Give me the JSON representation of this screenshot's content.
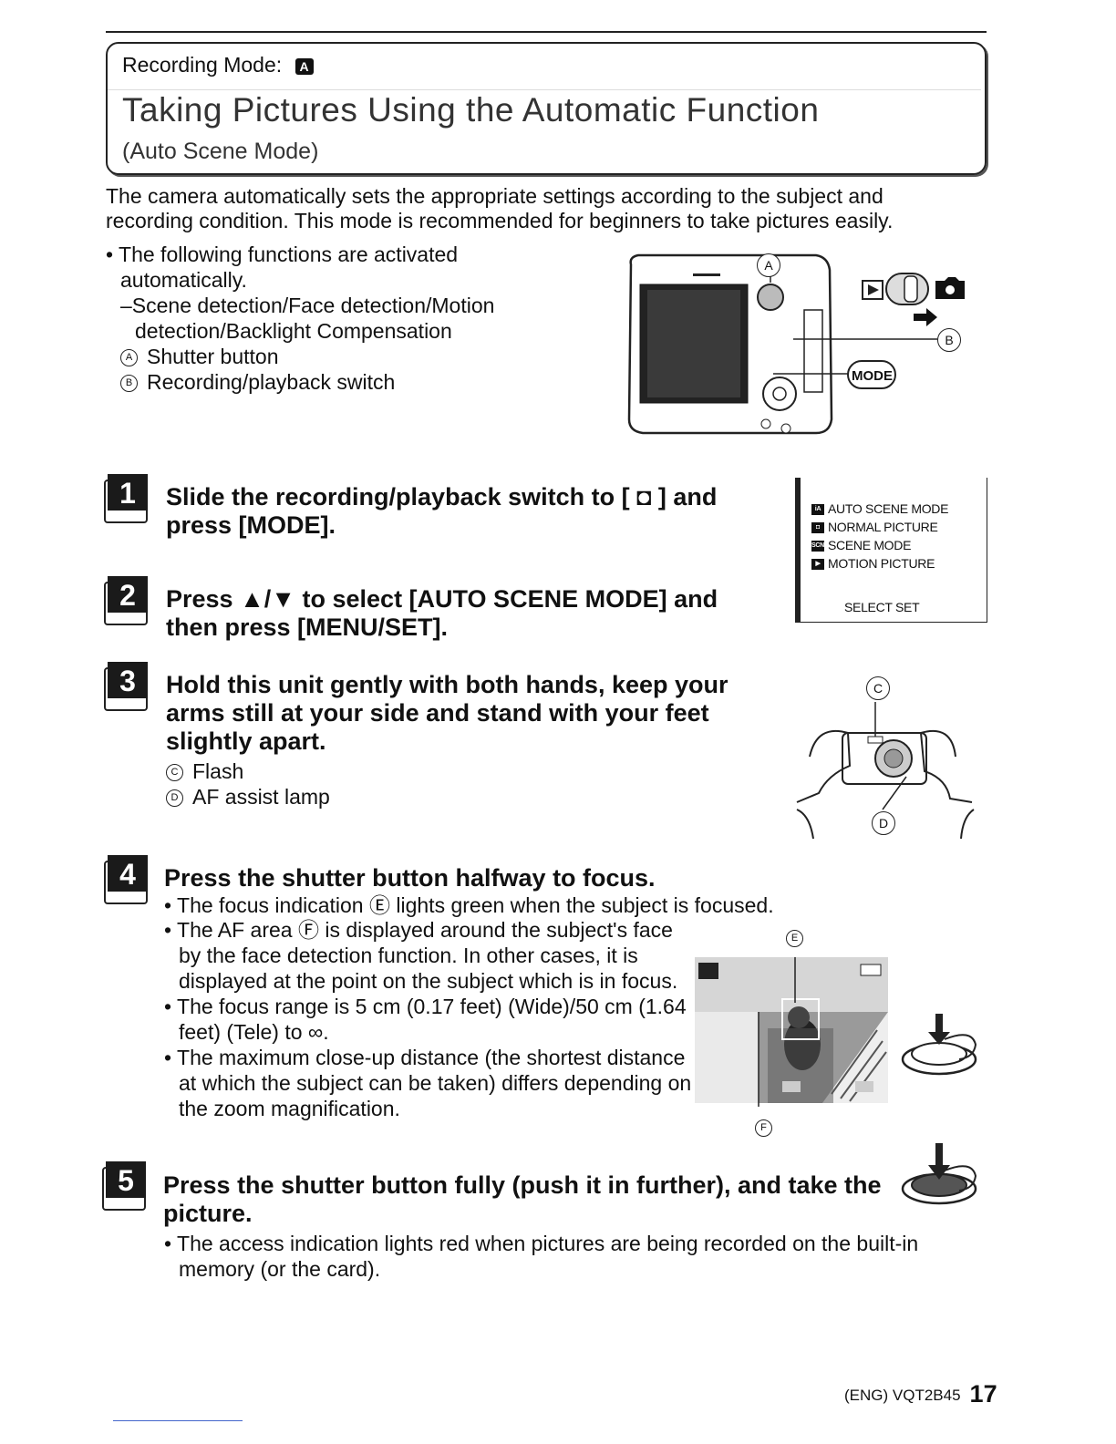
{
  "header": {
    "mode_label": "Recording Mode:",
    "mode_icon_text": "A",
    "title": "Taking Pictures Using the Automatic Function",
    "subtitle": "(Auto Scene Mode)"
  },
  "intro": {
    "text": "The camera automatically sets the appropriate settings according to the subject and recording condition. This mode is recommended for beginners to take pictures easily.",
    "bullet": "• The following functions are activated automatically.",
    "sub": "–Scene detection/Face detection/Motion detection/Backlight Compensation",
    "items": [
      {
        "mark": "A",
        "label": "Shutter button"
      },
      {
        "mark": "B",
        "label": "Recording/playback switch"
      }
    ]
  },
  "camera_callouts": {
    "a": "A",
    "b": "B",
    "mode_button": "MODE"
  },
  "steps": [
    {
      "num": "1",
      "text": "Slide the recording/playback switch to [ ◘ ] and press [MODE]."
    },
    {
      "num": "2",
      "text": "Press ▲/▼ to select [AUTO SCENE MODE] and then press [MENU/SET]."
    },
    {
      "num": "3",
      "text": "Hold this unit gently with both hands, keep your arms still at your side and stand with your feet slightly apart.",
      "items": [
        {
          "mark": "C",
          "label": "Flash"
        },
        {
          "mark": "D",
          "label": "AF assist lamp"
        }
      ]
    },
    {
      "num": "4",
      "text": "Press the shutter button halfway to focus.",
      "bullets": [
        "• The focus indication Ⓔ lights green when the subject is focused.",
        "• The AF area Ⓕ is displayed around the subject's face by the face detection function. In other cases, it is displayed at the point on the subject which is in focus.",
        "• The focus range is 5 cm (0.17 feet) (Wide)/50 cm (1.64 feet) (Tele) to ∞.",
        "• The maximum close-up distance (the shortest distance at which the subject can be taken) differs depending on the zoom magnification."
      ]
    },
    {
      "num": "5",
      "text": "Press the shutter button fully (push it in further), and take the picture.",
      "bullets": [
        "• The access indication lights red when pictures are being recorded on the built-in memory (or the card)."
      ]
    }
  ],
  "menu": {
    "items": [
      {
        "icon": "iA",
        "label": "AUTO SCENE MODE"
      },
      {
        "icon": "◘",
        "label": "NORMAL PICTURE"
      },
      {
        "icon": "SCN",
        "label": "SCENE MODE"
      },
      {
        "icon": "▶",
        "label": "MOTION PICTURE"
      }
    ],
    "footer": "SELECT  SET"
  },
  "figure_marks": {
    "c": "C",
    "d": "D",
    "e": "E",
    "f": "F"
  },
  "footer": {
    "code": "(ENG) VQT2B45",
    "page": "17"
  }
}
